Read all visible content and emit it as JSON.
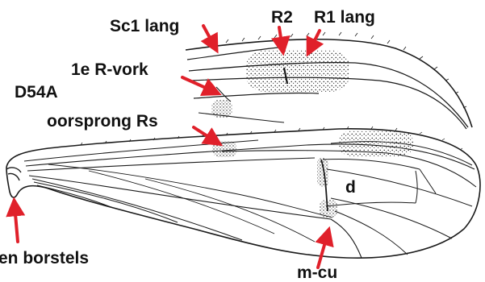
{
  "figure": {
    "specimen_code": "D54A",
    "labels": {
      "sc1": "Sc1 lang",
      "r2": "R2",
      "r1": "R1 lang",
      "r_fork": "1e R-vork",
      "rs_origin": "oorsprong Rs",
      "cell_d": "d",
      "bristles": "en borstels",
      "m_cu": "m-cu"
    },
    "colors": {
      "arrow": "#e0202a",
      "ink": "#1a1a1a",
      "background": "#ffffff"
    }
  }
}
